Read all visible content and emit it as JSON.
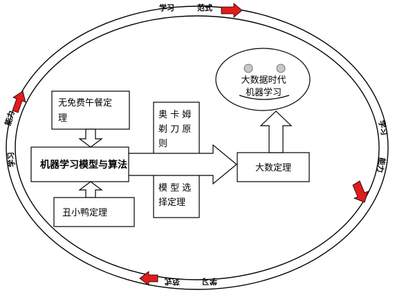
{
  "ring": {
    "top_left": "学习",
    "top_right": "范式",
    "left_1": "能力",
    "left_2": "学习",
    "right_1": "学习",
    "right_2": "能力",
    "bottom_1": "范式",
    "bottom_2": "学习"
  },
  "boxes": {
    "no_free_lunch": "无免费午餐定理",
    "ugly_duckling": "丑小鸭定理",
    "ml_models": "机器学习模型与算法",
    "big_number": "大数定理",
    "occam": "奥卡姆剃刀原则",
    "model_selection": "模型选择定理"
  },
  "face": {
    "line1": "大数据时代",
    "line2": "机器学习"
  },
  "colors": {
    "accent_arrow": "#e31b1b",
    "stroke": "#000000",
    "background": "#ffffff"
  }
}
